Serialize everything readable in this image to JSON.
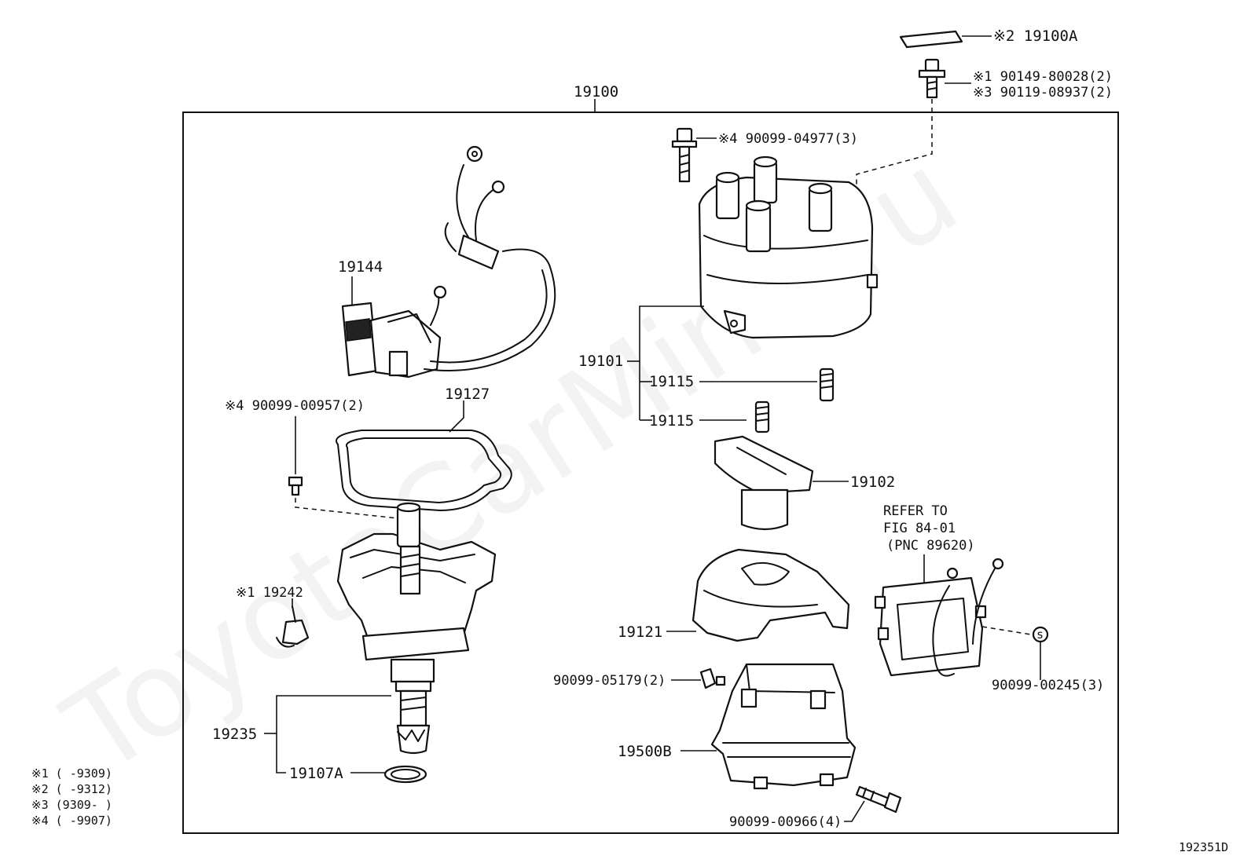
{
  "watermark": "ToyotaCarMine.ru",
  "drawing_id": "192351D",
  "assembly_label": "19100",
  "parts": {
    "p19100A": "※2 19100A",
    "bolt_top_1": "※1 90149-80028(2)",
    "bolt_top_3": "※3 90119-08937(2)",
    "cap_bolt": "※4 90099-04977(3)",
    "p19144": "19144",
    "p19127": "19127",
    "screw_00957": "※4 90099-00957(2)",
    "p19101": "19101",
    "p19115a": "19115",
    "p19115b": "19115",
    "p19102": "19102",
    "refer_line1": "REFER TO",
    "refer_line2": "FIG 84-01",
    "refer_line3": "(PNC 89620)",
    "p19242": "※1 19242",
    "p19121": "19121",
    "screw_05179": "90099-05179(2)",
    "screw_00245": "90099-00245(3)",
    "p19235": "19235",
    "p19500B": "19500B",
    "p19107A": "19107A",
    "bolt_00966": "90099-00966(4)"
  },
  "legend": [
    "※1 (     -9309)",
    "※2 (     -9312)",
    "※3 (9309-     )",
    "※4 (     -9907)"
  ]
}
